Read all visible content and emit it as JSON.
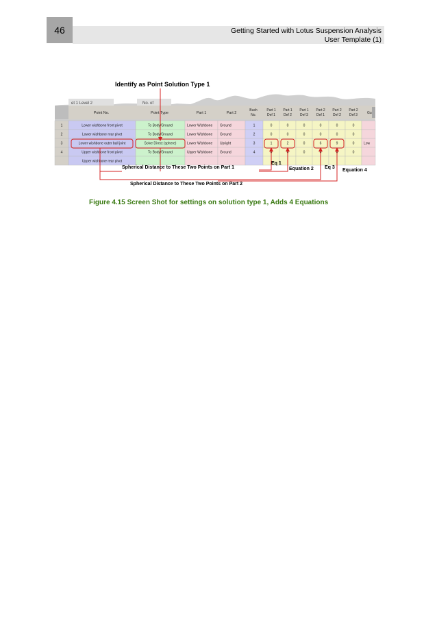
{
  "page": {
    "number": "46",
    "header_line1": "Getting Started with Lotus Suspension Analysis",
    "header_line2": "User Template (1)"
  },
  "figure": {
    "callout_top": "Identify as Point Solution Type 1",
    "toolbar_label_1": "et 1 Level 2",
    "toolbar_label_2": "No. of",
    "columns": [
      "Point No.",
      "Point Type",
      "Part 1",
      "Part 2",
      "Bush No.",
      "Part 1 Def 1",
      "Part 1 Def 2",
      "Part 1 Def 3",
      "Part 2 Def 1",
      "Part 2 Def 2",
      "Part 2 Def 3",
      "Gu"
    ],
    "column_labels": {
      "bush": [
        "Bush",
        "No."
      ],
      "p1d1": [
        "Part 1",
        "Def 1"
      ],
      "p1d2": [
        "Part 1",
        "Def 2"
      ],
      "p1d3": [
        "Part 1",
        "Def 3"
      ],
      "p2d1": [
        "Part 2",
        "Def 1"
      ],
      "p2d2": [
        "Part 2",
        "Def 2"
      ],
      "p2d3": [
        "Part 2",
        "Def 3"
      ]
    },
    "rows": [
      {
        "idx": "1",
        "name": "Lower wishbone front pivot",
        "type": "To Body/Ground",
        "part1": "Lower Wishbone",
        "part2": "Ground",
        "bush": "1",
        "d1": "0",
        "d2": "0",
        "d3": "0",
        "d4": "0",
        "d5": "0",
        "d6": "0",
        "extra": ""
      },
      {
        "idx": "2",
        "name": "Lower wishbone rear pivot",
        "type": "To Body/Ground",
        "part1": "Lower Wishbone",
        "part2": "Ground",
        "bush": "2",
        "d1": "0",
        "d2": "0",
        "d3": "0",
        "d4": "0",
        "d5": "0",
        "d6": "0",
        "extra": ""
      },
      {
        "idx": "3",
        "name": "Lower wishbone outer ball joint",
        "type": "Solve Direct (sphere)",
        "part1": "Lower Wishbone",
        "part2": "Upright",
        "bush": "3",
        "d1": "1",
        "d2": "2",
        "d3": "0",
        "d4": "6",
        "d5": "9",
        "d6": "0",
        "extra": "Low"
      },
      {
        "idx": "4",
        "name": "Upper wishbone front pivot",
        "type": "To Body/Ground",
        "part1": "Upper Wishbone",
        "part2": "Ground",
        "bush": "4",
        "d1": "0",
        "d2": "0",
        "d3": "0",
        "d4": "0",
        "d5": "0",
        "d6": "0",
        "extra": ""
      },
      {
        "idx": "",
        "name": "Upper wishbone rear pivot",
        "type": "",
        "part1": "",
        "part2": "",
        "bush": "",
        "d1": "",
        "d2": "",
        "d3": "",
        "d4": "",
        "d5": "",
        "d6": "",
        "extra": ""
      }
    ],
    "annotation_part1": "Spherical Distance to These Two Points on Part 1",
    "annotation_part2": "Spherical Distance to These Two Points on Part 2",
    "label_eq1": "Eq 1",
    "label_eq2": "Equation 2",
    "label_eq3": "Eq 3",
    "label_eq4": "Equation 4",
    "colors": {
      "point_no_col": "#c9c9f2",
      "point_type_col": "#ccf2cc",
      "part_col": "#f5d6dc",
      "bush_col": "#cfcff5",
      "def_col": "#f5f5c4",
      "annotation_red": "#d42020"
    }
  },
  "caption": "Figure 4.15 Screen Shot for settings on solution type 1, Adds 4 Equations"
}
